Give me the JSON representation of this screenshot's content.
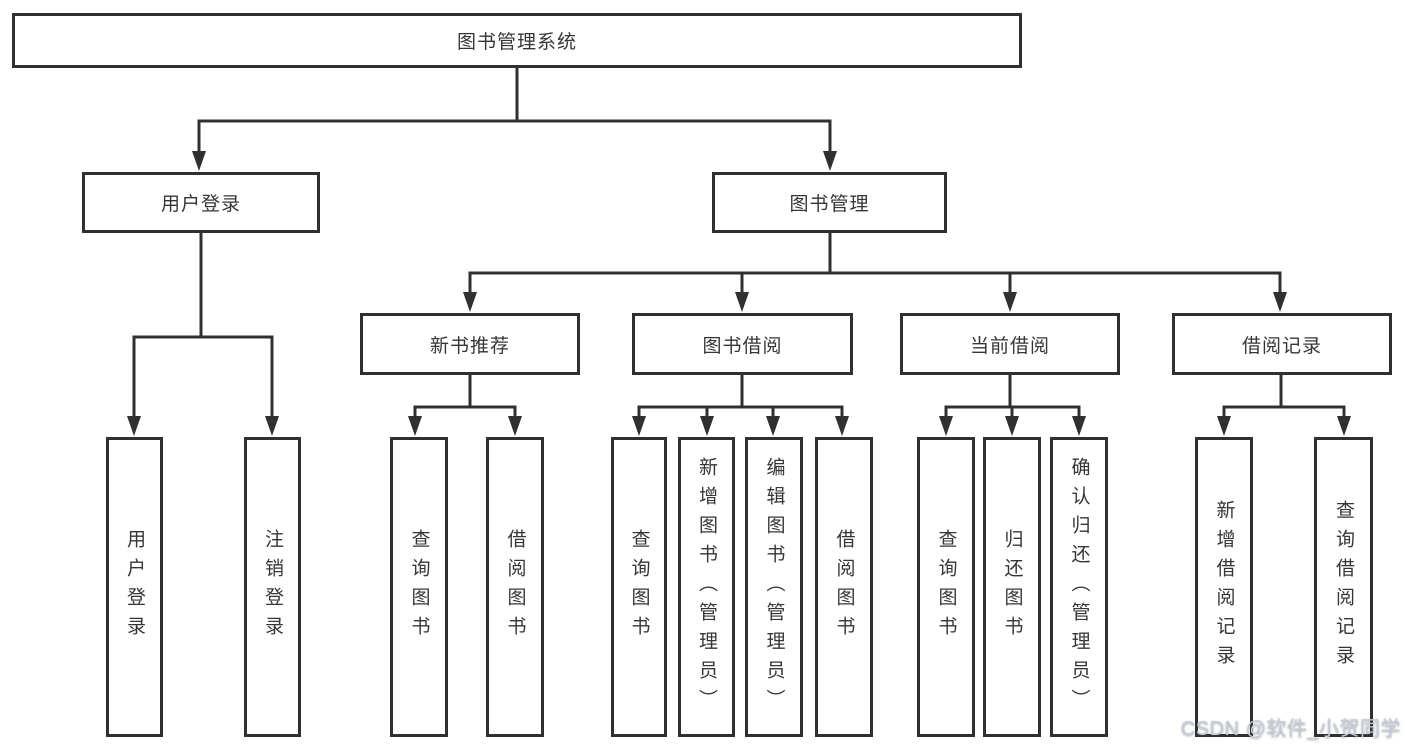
{
  "diagram": {
    "title": "图书管理系统",
    "branches": {
      "user_login": {
        "label": "用户登录",
        "children": [
          "用户登录",
          "注销登录"
        ]
      },
      "book_mgmt": {
        "label": "图书管理",
        "sections": [
          {
            "label": "新书推荐",
            "children": [
              "查询图书",
              "借阅图书"
            ]
          },
          {
            "label": "图书借阅",
            "children": [
              "查询图书",
              "新增图书（管理员）",
              "编辑图书（管理员）",
              "借阅图书"
            ]
          },
          {
            "label": "当前借阅",
            "children": [
              "查询图书",
              "归还图书",
              "确认归还（管理员）"
            ]
          },
          {
            "label": "借阅记录",
            "children": [
              "新增借阅记录",
              "查询借阅记录"
            ]
          }
        ]
      }
    },
    "watermark": "CSDN @软件_小贺同学",
    "colors": {
      "line": "#303030",
      "text": "#363636",
      "background": "#ffffff",
      "watermark": "#c6ccd6"
    }
  }
}
